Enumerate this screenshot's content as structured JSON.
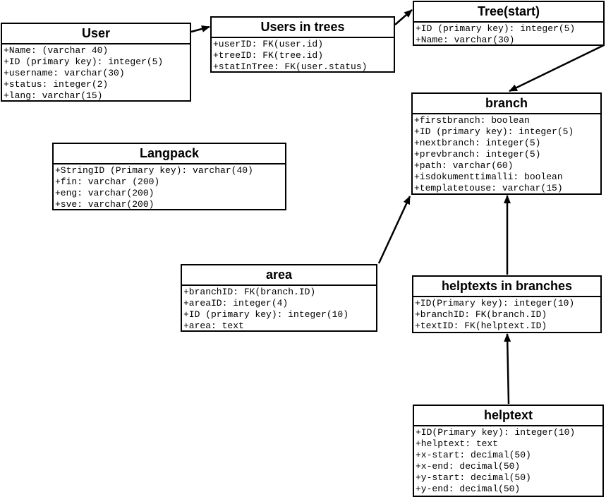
{
  "classes": {
    "user": {
      "title": "User",
      "attrs": [
        "+Name: (varchar 40)",
        "+ID (primary key): integer(5)",
        "+username: varchar(30)",
        "+status: integer(2)",
        "+lang: varchar(15)"
      ]
    },
    "users_in_trees": {
      "title": "Users in trees",
      "attrs": [
        "+userID: FK(user.id)",
        "+treeID: FK(tree.id)",
        "+statInTree: FK(user.status)"
      ]
    },
    "tree": {
      "title": "Tree(start)",
      "attrs": [
        "+ID (primary key): integer(5)",
        "+Name: varchar(30)"
      ]
    },
    "branch": {
      "title": "branch",
      "attrs": [
        "+firstbranch: boolean",
        "+ID (primary key): integer(5)",
        "+nextbranch: integer(5)",
        "+prevbranch: integer(5)",
        "+path: varchar(60)",
        "+isdokumenttimalli: boolean",
        "+templatetouse: varchar(15)"
      ]
    },
    "langpack": {
      "title": "Langpack",
      "attrs": [
        "+StringID (Primary key): varchar(40)",
        "+fin: varchar (200)",
        "+eng: varchar(200)",
        "+sve: varchar(200)"
      ]
    },
    "area": {
      "title": "area",
      "attrs": [
        "+branchID: FK(branch.ID)",
        "+areaID: integer(4)",
        "+ID (primary key): integer(10)",
        "+area: text"
      ]
    },
    "helptexts_in_branches": {
      "title": "helptexts in branches",
      "attrs": [
        "+ID(Primary key): integer(10)",
        "+branchID: FK(branch.ID)",
        "+textID: FK(helptext.ID)"
      ]
    },
    "helptext": {
      "title": "helptext",
      "attrs": [
        "+ID(Primary key): integer(10)",
        "+helptext: text",
        "+x-start: decimal(50)",
        "+x-end: decimal(50)",
        "+y-start: decimal(50)",
        "+y-end: decimal(50)"
      ]
    }
  },
  "arrows": [
    {
      "from": "user",
      "to": "users_in_trees"
    },
    {
      "from": "users_in_trees",
      "to": "tree"
    },
    {
      "from": "tree",
      "to": "branch"
    },
    {
      "from": "area",
      "to": "branch"
    },
    {
      "from": "helptexts_in_branches",
      "to": "branch"
    },
    {
      "from": "helptext",
      "to": "helptexts_in_branches"
    }
  ]
}
